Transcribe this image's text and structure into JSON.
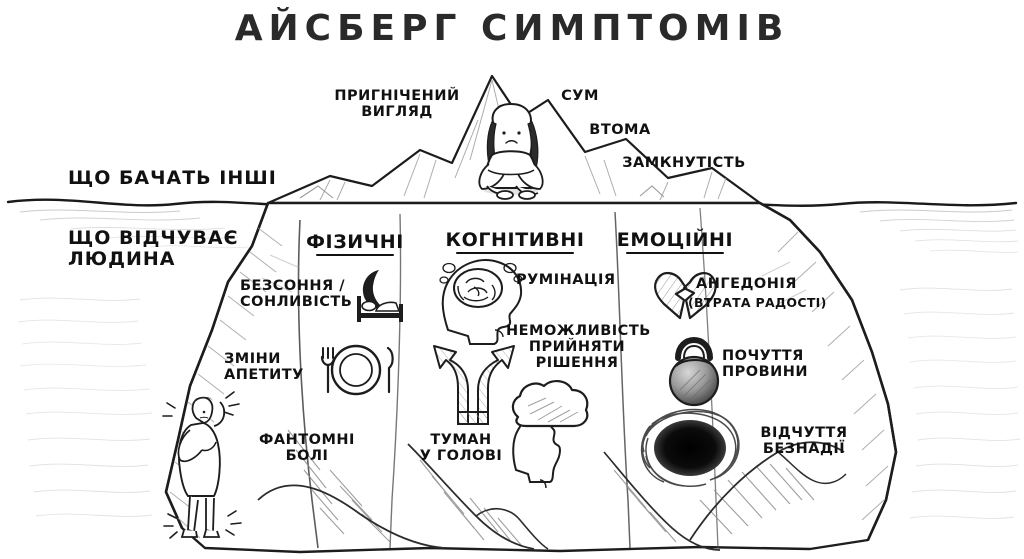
{
  "title": "АЙСБЕРГ СИМПТОМІВ",
  "waterline": {
    "above_label": "ЩО БАЧАТЬ ІНШІ",
    "below_label": "ЩО ВІДЧУВАЄ\nЛЮДИНА"
  },
  "above_water": {
    "items": [
      {
        "label": "ПРИГНІЧЕНИЙ\nВИГЛЯД",
        "icon": "none"
      },
      {
        "label": "СУМ",
        "icon": "none"
      },
      {
        "label": "ВТОМА",
        "icon": "none"
      },
      {
        "label": "ЗАМКНУТІСТЬ",
        "icon": "none"
      }
    ],
    "figure": "seated-person-icon"
  },
  "categories": [
    {
      "name": "ФІЗИЧНІ",
      "items": [
        {
          "label": "БЕЗСОННЯ /\nСОНЛИВІСТЬ",
          "icon": "moon-bed-icon"
        },
        {
          "label": "ЗМІНИ\nАПЕТИТУ",
          "icon": "plate-cutlery-icon"
        },
        {
          "label": "ФАНТОМНІ\nБОЛІ",
          "icon": "person-in-pain-icon"
        }
      ]
    },
    {
      "name": "КОГНІТИВНІ",
      "items": [
        {
          "label": "РУМІНАЦІЯ",
          "icon": "head-brain-icon"
        },
        {
          "label": "НЕМОЖЛИВІСТЬ\nПРИЙНЯТИ\nРІШЕННЯ",
          "icon": "forked-arrow-icon"
        },
        {
          "label": "ТУМАН\nУ ГОЛОВІ",
          "icon": "cloud-head-icon"
        }
      ]
    },
    {
      "name": "ЕМОЦІЙНІ",
      "items": [
        {
          "label": "АНГЕДОНІЯ",
          "sublabel": "(ВТРАТА РАДОСТІ)",
          "icon": "broken-heart-icon"
        },
        {
          "label": "ПОЧУТТЯ\nПРОВИНИ",
          "icon": "kettlebell-icon"
        },
        {
          "label": "ВІДЧУТТЯ\nБЕЗНАДІЇ",
          "icon": "black-hole-icon"
        }
      ]
    }
  ],
  "colors": {
    "ink": "#111111",
    "paper": "#ffffff",
    "shade": "#8d8d8d"
  }
}
